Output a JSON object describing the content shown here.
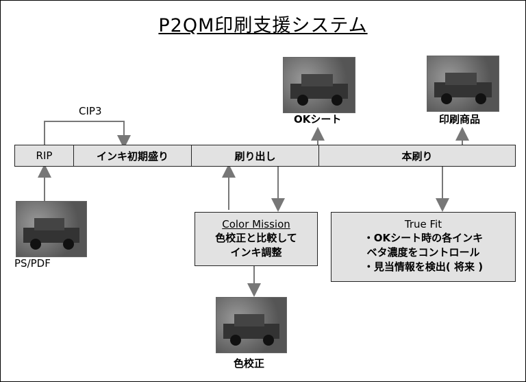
{
  "title": "P2QM印刷支援システム",
  "bar": {
    "segments": [
      "RIP",
      "インキ初期盛り",
      "刷り出し",
      "本刷り"
    ]
  },
  "labels": {
    "cip3": "CIP3",
    "ps_pdf": "PS/PDF",
    "ok_sheet": "OKシート",
    "printed_product": "印刷商品",
    "color_proof": "色校正"
  },
  "color_mission": {
    "heading": "Color Mission",
    "lines": [
      "色校正と比較して",
      "インキ調整"
    ]
  },
  "true_fit": {
    "heading": "True Fit",
    "lines": [
      "・OKシート時の各インキ",
      "ベタ濃度をコントロール",
      "・見当情報を検出( 将来 )"
    ]
  },
  "photo_icon": "car-photo-icon"
}
